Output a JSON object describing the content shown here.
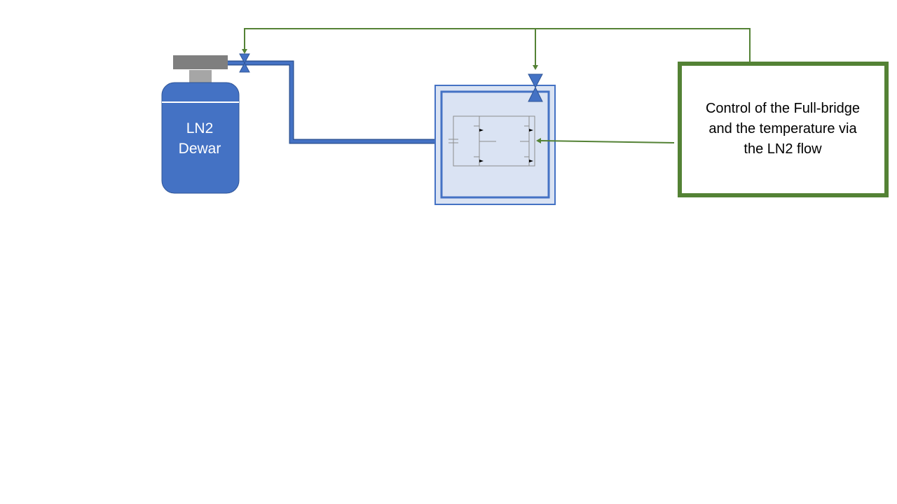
{
  "dewar": {
    "label_line1": "LN2",
    "label_line2": "Dewar"
  },
  "controller": {
    "line1": "Control of the Full-bridge",
    "line2": "and the temperature via",
    "line3": "the LN2 flow"
  },
  "colors": {
    "pipe": "#4472c4",
    "pipe_dark": "#2f5597",
    "control_green": "#548235",
    "chamber_fill": "#dae3f3",
    "cap_dark": "#7f7f7f",
    "cap_light": "#a6a6a6",
    "circuit": "#8c8c8c"
  }
}
